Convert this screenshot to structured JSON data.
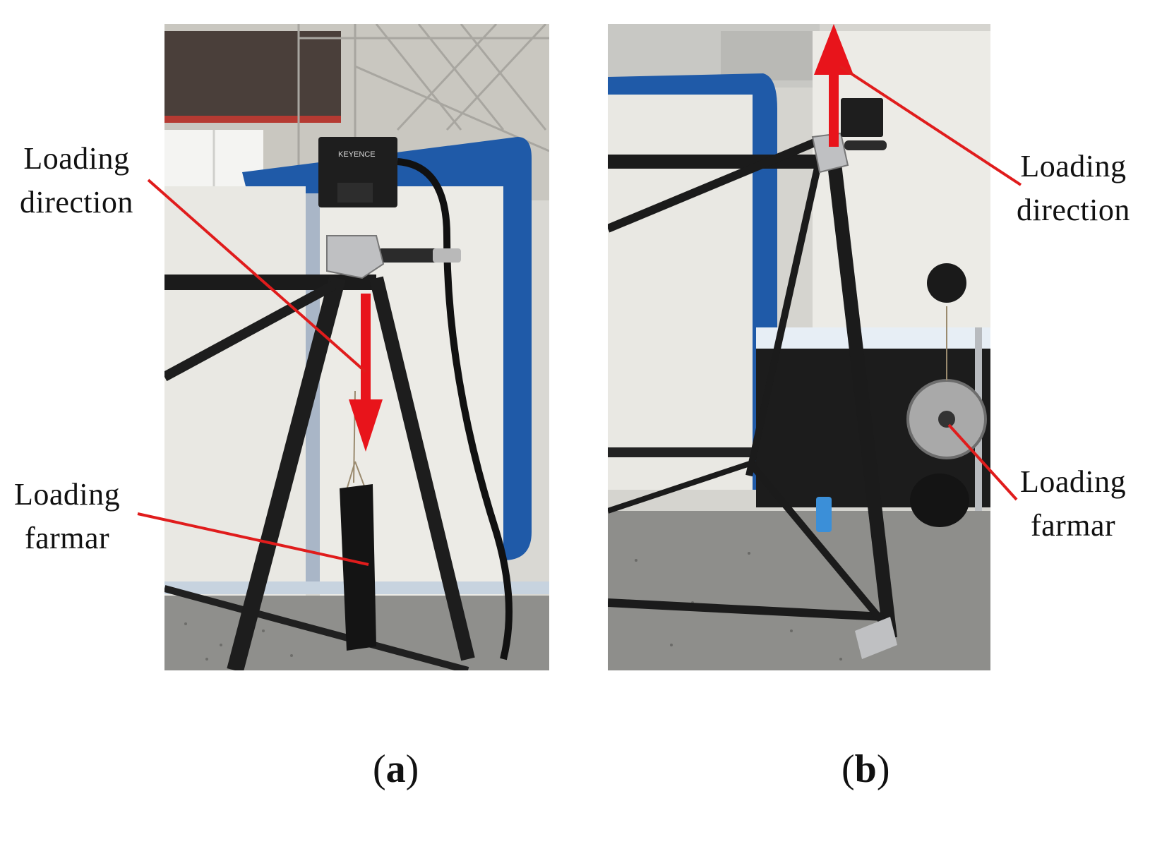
{
  "panel_a": {
    "label_direction": [
      "Loading",
      "direction"
    ],
    "label_farmar": [
      "Loading",
      "farmar"
    ],
    "sensor_text": "KEYENCE",
    "caption_letter": "a"
  },
  "panel_b": {
    "label_direction": [
      "Loading",
      "direction"
    ],
    "label_farmar": [
      "Loading",
      "farmar"
    ],
    "caption_letter": "b"
  },
  "colors": {
    "arrow": "#e8141b",
    "leader_line": "#e01c1c",
    "backdrop_blue": "#1f5aa8",
    "panel_white": "#ecebe6"
  }
}
